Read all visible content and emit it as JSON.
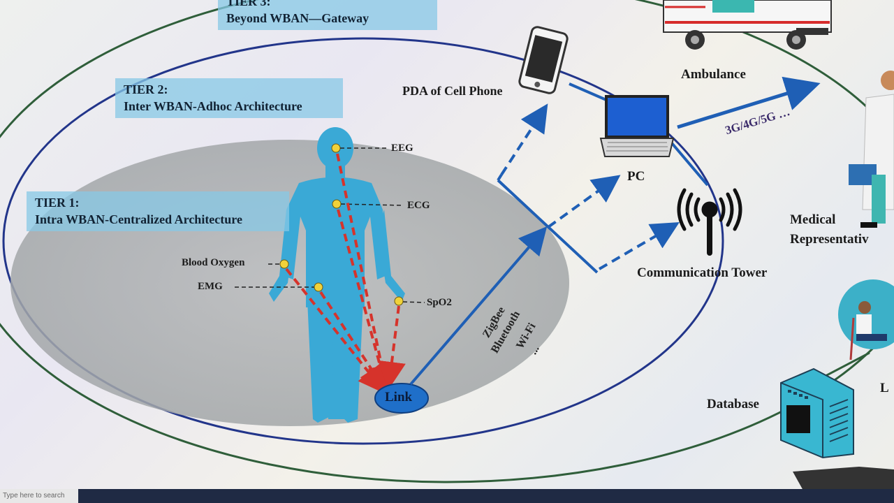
{
  "tiers": {
    "tier3_heading": "TIER 3:",
    "tier3_title": "Beyond WBAN—Gateway",
    "tier2_heading": "TIER 2:",
    "tier2_title": "Inter WBAN-Adhoc Architecture",
    "tier1_heading": "TIER 1:",
    "tier1_title": "Intra WBAN-Centralized Architecture"
  },
  "sensors": {
    "eeg": "EEG",
    "ecg": "ECG",
    "blood_oxygen": "Blood Oxygen",
    "emg": "EMG",
    "spo2": "SpO2"
  },
  "hub": {
    "link": "Link"
  },
  "protocols": [
    "ZigBee",
    "Bluetooth",
    "Wi-Fi",
    "..."
  ],
  "devices": {
    "pda": "PDA of Cell Phone",
    "pc": "PC",
    "tower": "Communication Tower",
    "ambulance": "Ambulance",
    "network": "3G/4G/5G …",
    "medical_line1": "Medical",
    "medical_line2": "Representativ",
    "database": "Database",
    "partial": "L"
  },
  "taskbar": {
    "search_placeholder": "Type here to search"
  },
  "colors": {
    "body": "#3aa9d6",
    "arrow_red": "#d6332b",
    "arrow_blue": "#1f5fb5",
    "sensor_dot": "#f0d23a",
    "inner_ellipse": "#9ea3a6",
    "tier2_ring": "#22358a",
    "tier3_ring": "#2f5e3a"
  }
}
